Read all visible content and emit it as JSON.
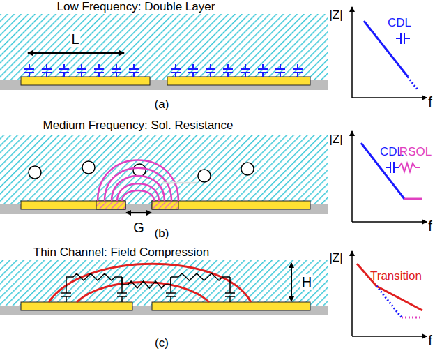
{
  "diagram": {
    "labels": [
      "Low Frequency: Double Layer",
      "L",
      "(a)",
      "|Z|",
      "CDL",
      "f",
      "Medium Frequency: Sol. Resistance",
      "G",
      "(b)",
      "|Z|",
      "CDL",
      "RSOL",
      "f",
      "Thin Channel: Field Compression",
      "H",
      "(c)",
      "|Z|",
      "Transition",
      "f"
    ]
  }
}
